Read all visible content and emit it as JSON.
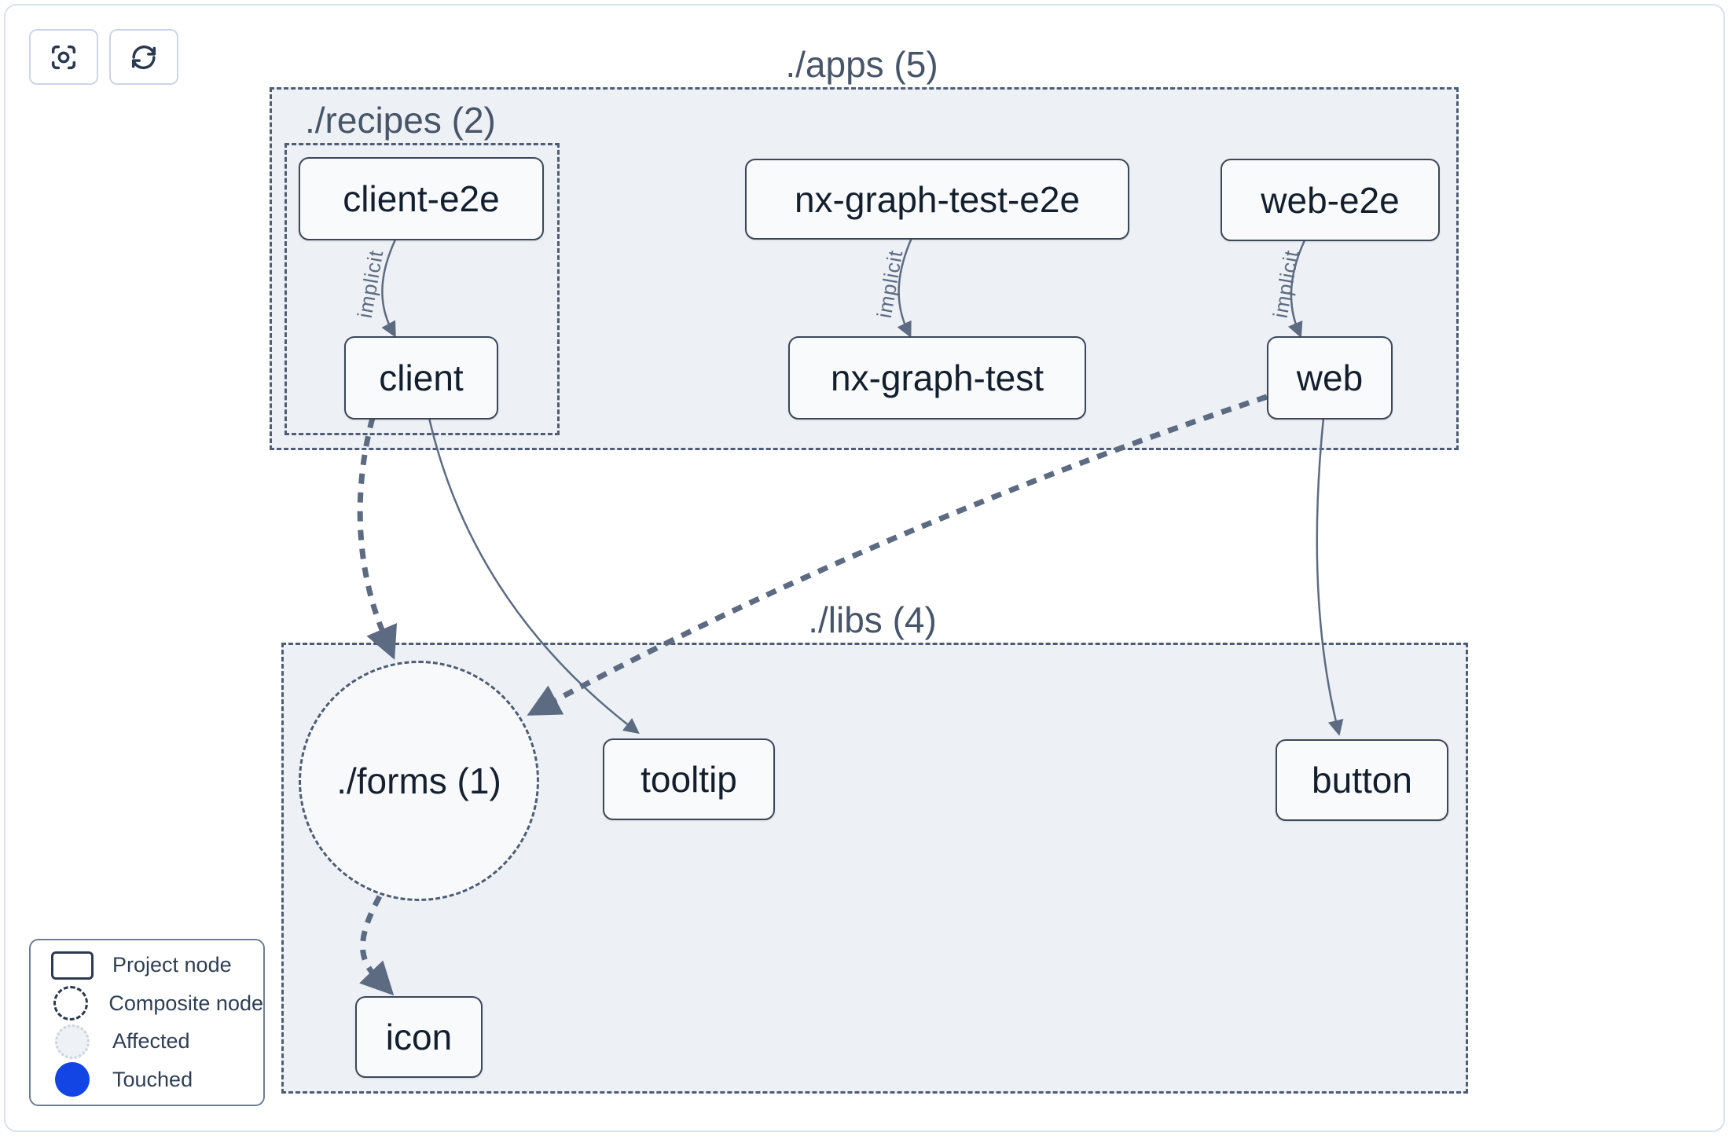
{
  "toolbar": {
    "buttons": [
      {
        "icon": "scan-focus-icon"
      },
      {
        "icon": "refresh-icon"
      }
    ]
  },
  "graph": {
    "containers": {
      "apps": {
        "label": "./apps (5)"
      },
      "recipes": {
        "label": "./recipes (2)"
      },
      "libs": {
        "label": "./libs (4)"
      },
      "forms": {
        "label": "./forms (1)"
      }
    },
    "nodes": {
      "client_e2e": {
        "label": "client-e2e"
      },
      "client": {
        "label": "client"
      },
      "nx_graph_test_e2e": {
        "label": "nx-graph-test-e2e"
      },
      "nx_graph_test": {
        "label": "nx-graph-test"
      },
      "web_e2e": {
        "label": "web-e2e"
      },
      "web": {
        "label": "web"
      },
      "tooltip": {
        "label": "tooltip"
      },
      "button": {
        "label": "button"
      },
      "icon": {
        "label": "icon"
      }
    },
    "edge_labels": {
      "implicit": "implicit"
    },
    "edges": [
      {
        "from": "client-e2e",
        "to": "client",
        "label": "implicit",
        "style": "thin-solid"
      },
      {
        "from": "nx-graph-test-e2e",
        "to": "nx-graph-test",
        "label": "implicit",
        "style": "thin-solid"
      },
      {
        "from": "web-e2e",
        "to": "web",
        "label": "implicit",
        "style": "thin-solid"
      },
      {
        "from": "client",
        "to": "tooltip",
        "label": "",
        "style": "thin-solid"
      },
      {
        "from": "client",
        "to": "./forms (1)",
        "label": "",
        "style": "thick-dashed"
      },
      {
        "from": "web",
        "to": "./forms (1)",
        "label": "",
        "style": "thick-dashed"
      },
      {
        "from": "web",
        "to": "button",
        "label": "",
        "style": "thin-solid"
      },
      {
        "from": "./forms (1)",
        "to": "icon",
        "label": "",
        "style": "thick-dashed"
      }
    ]
  },
  "legend": {
    "items": [
      {
        "key": "project",
        "label": "Project node"
      },
      {
        "key": "composite",
        "label": "Composite node"
      },
      {
        "key": "affected",
        "label": "Affected"
      },
      {
        "key": "touched",
        "label": "Touched"
      }
    ]
  },
  "colors": {
    "touched_blue": "#1245e3",
    "edge_slate": "#5c6b82",
    "node_border": "#3c4759",
    "container_fill": "#edf0f5",
    "node_fill": "#f9fafc"
  }
}
